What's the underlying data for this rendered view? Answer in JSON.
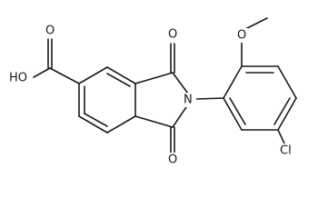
{
  "molecule": {
    "atom_labels": {
      "acid_hydroxyl": "HO",
      "acid_carbonyl_oxygen": "O",
      "imide_carbonyl_oxygen_top": "O",
      "imide_nitrogen": "N",
      "imide_carbonyl_oxygen_bottom": "O",
      "methoxy_oxygen": "O",
      "chloro": "Cl"
    }
  }
}
